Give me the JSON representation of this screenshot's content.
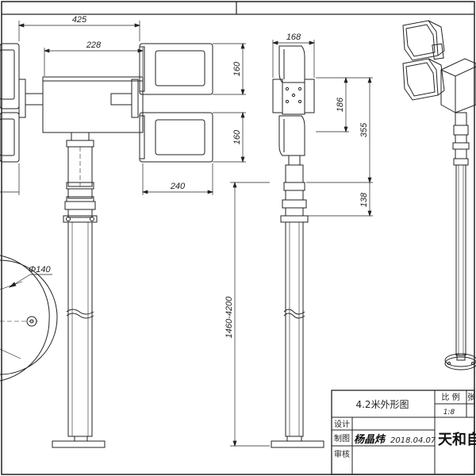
{
  "dimensions": {
    "width_total": "425",
    "width_body": "228",
    "height_upper_lamp": "160",
    "height_lower_lamp": "160",
    "width_lamp": "240",
    "depth_side": "168",
    "side_height_186": "186",
    "side_height_355": "355",
    "side_height_138": "138",
    "pole_height": "1460-4200",
    "base_diameter": "Φ140"
  },
  "title_block": {
    "title": "4.2米外形图",
    "ratio_label": "比 例",
    "sheet_label": "张",
    "ratio_value": "1:8",
    "design_label": "设计",
    "draw_label": "制图",
    "review_label": "审核",
    "drawer_signature": "杨晶炜",
    "date": "2018.04.07",
    "company": "天和自"
  },
  "colors": {
    "line": "#222222",
    "hatch": "#444444",
    "background": "#ffffff"
  }
}
